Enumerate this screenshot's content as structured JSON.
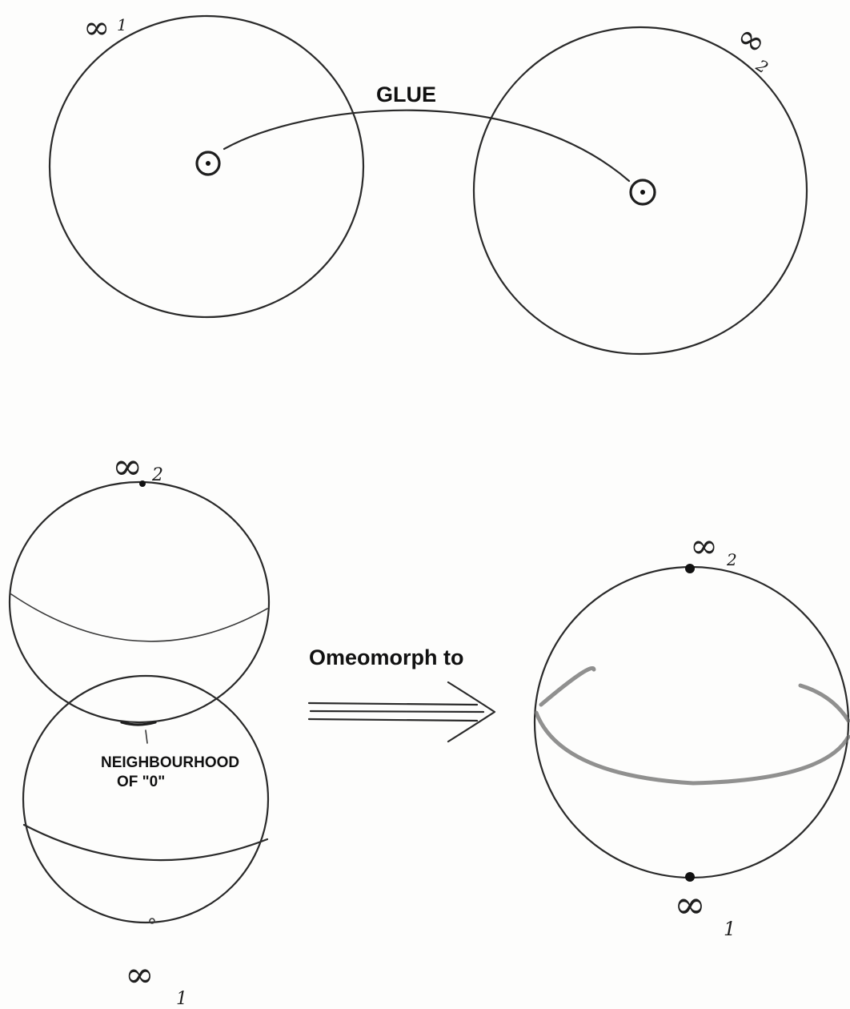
{
  "labels": {
    "glue": "GLUE",
    "omeomorph": "Omeomorph to",
    "neighbourhood_line1": "NEIGHBOURHOOD",
    "neighbourhood_line2": "OF   \"0\""
  },
  "infinity": {
    "symbol": "∞",
    "top_left_sub": "1",
    "top_right_sub": "2",
    "stacked_top_sub": "2",
    "stacked_bottom_sub": "1",
    "sphere_top_sub": "2",
    "sphere_bottom_sub": "1"
  }
}
